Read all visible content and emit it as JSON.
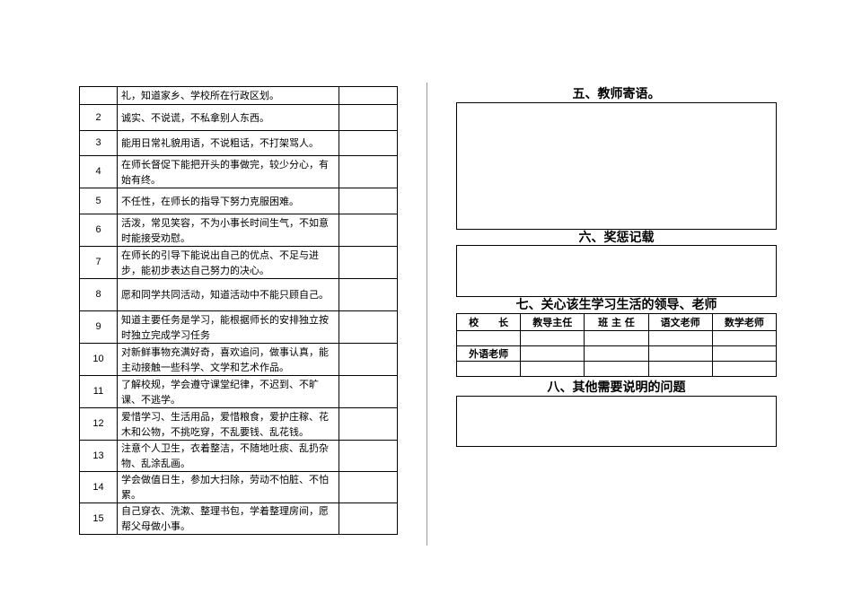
{
  "items": [
    {
      "num": "",
      "text": "礼，知道家乡、学校所在行政区划。"
    },
    {
      "num": "2",
      "text": "诚实、不说谎，不私拿别人东西。"
    },
    {
      "num": "3",
      "text": "能用日常礼貌用语，不说粗话，不打架骂人。"
    },
    {
      "num": "4",
      "text": "在师长督促下能把开头的事做完，较少分心，有始有终。"
    },
    {
      "num": "5",
      "text": "不任性，在师长的指导下努力克服困难。"
    },
    {
      "num": "6",
      "text": "活泼，常见笑容，不为小事长时间生气，不如意时能接受劝慰。"
    },
    {
      "num": "7",
      "text": "在师长的引导下能说出自己的优点、不足与进步，能初步表达自己努力的决心。"
    },
    {
      "num": "8",
      "text": "愿和同学共同活动，知道活动中不能只顾自己。"
    },
    {
      "num": "9",
      "text": "知道主要任务是学习，能根据师长的安排独立按时独立完成学习任务"
    },
    {
      "num": "10",
      "text": "对新鲜事物充满好奇，喜欢追问，做事认真，能主动接触一些科学、文学和艺术作品。"
    },
    {
      "num": "11",
      "text": "了解校规，学会遵守课堂纪律，不迟到、不旷课、不逃学。"
    },
    {
      "num": "12",
      "text": "爱惜学习、生活用品，爱惜粮食，爱护庄稼、花木和公物，不挑吃穿，不乱要钱、乱花钱。"
    },
    {
      "num": "13",
      "text": "注意个人卫生，衣着整洁，不随地吐痰、乱扔杂物、乱涂乱画。"
    },
    {
      "num": "14",
      "text": "学会做值日生，参加大扫除，劳动不怕脏、不怕累。"
    },
    {
      "num": "15",
      "text": "自己穿衣、洗漱、整理书包，学着整理房间，愿帮父母做小事。"
    }
  ],
  "sections": {
    "teacher_message": "五、教师寄语。",
    "rewards": "六、奖惩记载",
    "staff": "七、关心该生学习生活的领导、老师",
    "other": "八、其他需要说明的问题"
  },
  "staff_table": {
    "headers": [
      "校　　长",
      "教导主任",
      "班 主 任",
      "语文老师",
      "数学老师"
    ],
    "rows": [
      [
        "",
        "",
        "",
        "",
        ""
      ],
      [
        "外语老师",
        "",
        "",
        "",
        ""
      ],
      [
        "",
        "",
        "",
        "",
        ""
      ]
    ]
  }
}
